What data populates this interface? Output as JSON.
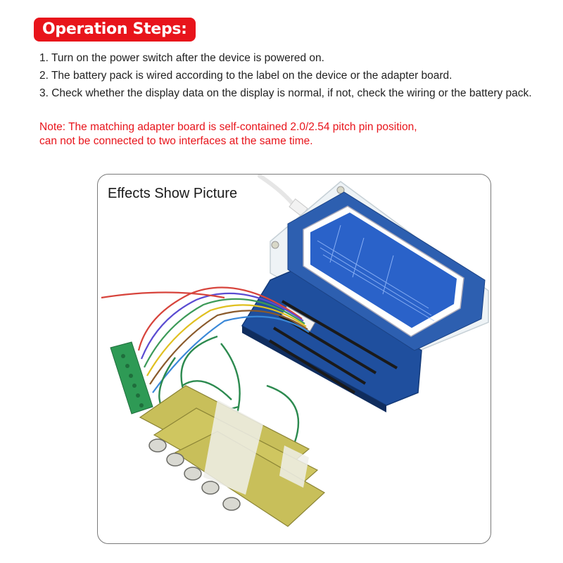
{
  "header": {
    "title": "Operation Steps:"
  },
  "steps": [
    "1. Turn on the power switch after the device is powered on.",
    "2. The battery pack is wired according to the label on the device or the adapter board.",
    "3. Check whether the display data on the display is normal, if not, check the wiring or the battery pack."
  ],
  "note": {
    "line1": "Note: The matching adapter board is self-contained 2.0/2.54 pitch pin position,",
    "line2": "can not be connected to two interfaces at the same time."
  },
  "picture": {
    "caption": "Effects Show Picture"
  },
  "colors": {
    "accent_red": "#e8141b",
    "screen_blue": "#2a62c9",
    "board_blue": "#1f4f9e",
    "connector_green": "#2e9a55",
    "cell_yellow": "#c8bf5a"
  }
}
